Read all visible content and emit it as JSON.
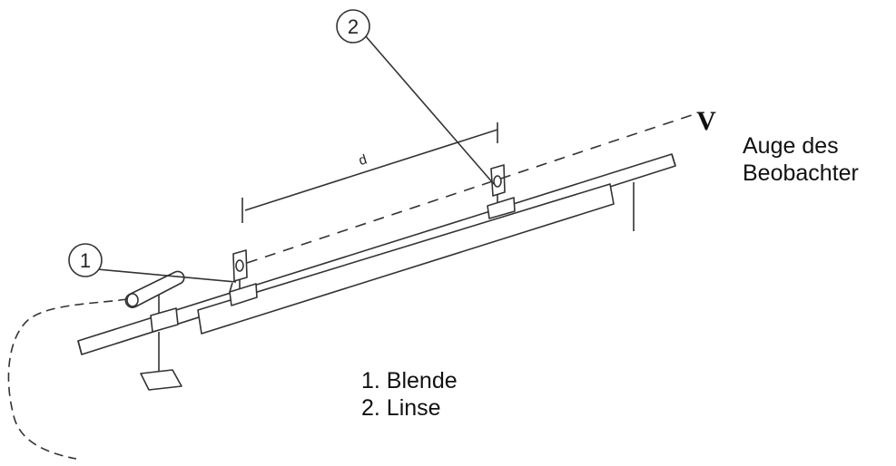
{
  "diagram": {
    "callouts": [
      {
        "number": "1"
      },
      {
        "number": "2"
      }
    ],
    "distance_label": "d",
    "eye_symbol": "V",
    "eye_label_line1": "Auge des",
    "eye_label_line2": "Beobachter",
    "legend": [
      "1. Blende",
      "2. Linse"
    ],
    "icons": [
      "lamp-icon",
      "eye-icon",
      "aperture-icon",
      "lens-icon"
    ]
  }
}
